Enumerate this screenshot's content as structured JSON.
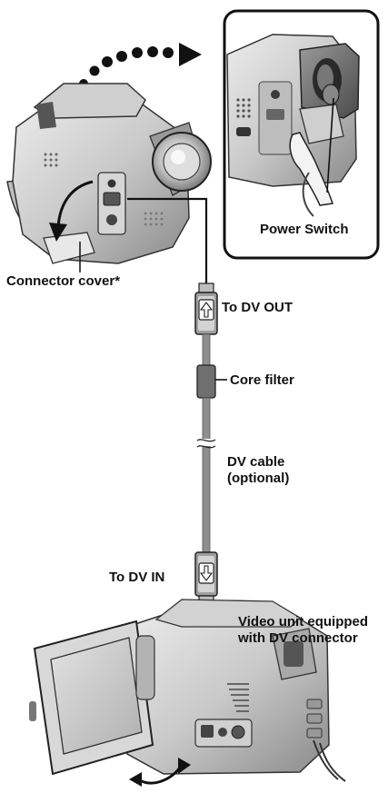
{
  "labels": {
    "power_switch": "Power Switch",
    "connector_cover": "Connector cover*",
    "to_dv_out": "To DV OUT",
    "core_filter": "Core filter",
    "dv_cable_line1": "DV cable",
    "dv_cable_line2": "(optional)",
    "to_dv_in": "To DV IN",
    "video_unit_line1": "Video unit equipped",
    "video_unit_line2": "with DV connector"
  },
  "icons": {
    "plug_top": "up-arrow-plug-icon",
    "plug_bottom": "down-arrow-plug-icon"
  },
  "colors": {
    "ink": "#111111",
    "body_light": "#d9d9d9",
    "body_mid": "#b5b5b5",
    "body_dark": "#6e6e6e",
    "cable": "#9a9a9a"
  }
}
